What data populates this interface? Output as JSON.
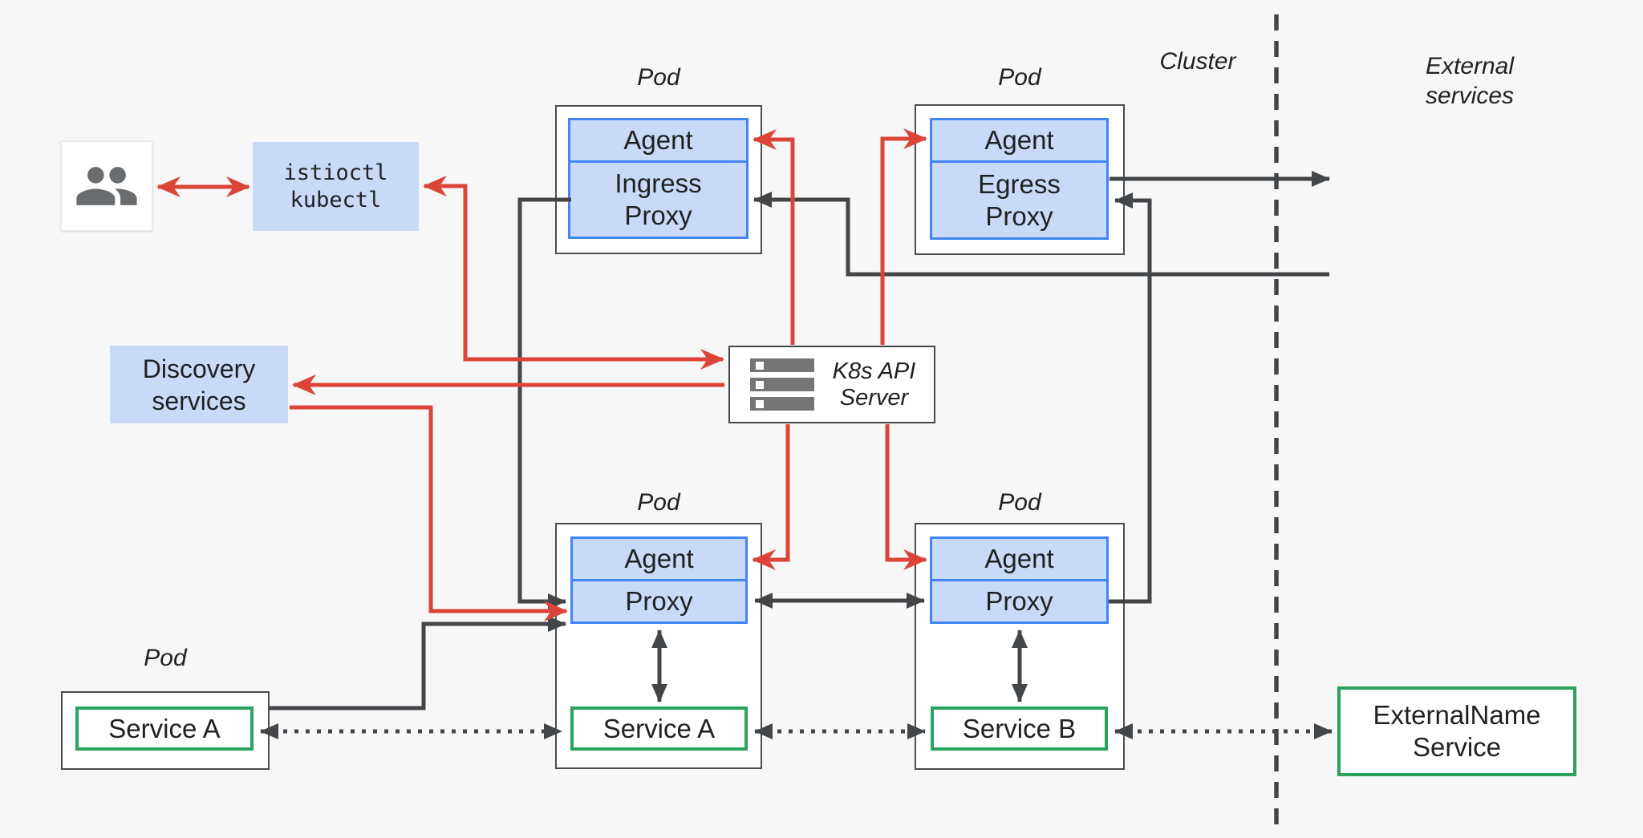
{
  "colors": {
    "background": "#f7f7f8",
    "red": "#db4437",
    "dark": "#434649",
    "blue_border": "#4285f4",
    "blue_fill": "#c9daf8",
    "green": "#29a35d",
    "white": "#ffffff",
    "icon_gray": "#6a6d70",
    "server_bar_gray": "#757575",
    "text": "#202124"
  },
  "labels": {
    "pod": "Pod",
    "cluster": "Cluster",
    "external_services": [
      "External",
      "services"
    ]
  },
  "nodes": {
    "users": {
      "icon": "users-icon"
    },
    "istioctl": {
      "lines": [
        "istioctl",
        "kubectl"
      ]
    },
    "discovery": {
      "lines": [
        "Discovery",
        "services"
      ]
    },
    "k8s_api": {
      "icon": "server-stack-icon",
      "lines": [
        "K8s API",
        "Server"
      ]
    },
    "ingress_pod": {
      "agent": "Agent",
      "proxy": [
        "Ingress",
        "Proxy"
      ]
    },
    "egress_pod": {
      "agent": "Agent",
      "proxy": [
        "Egress",
        "Proxy"
      ]
    },
    "service_a_pod": {
      "service": "Service A"
    },
    "service_a_mesh_pod": {
      "agent": "Agent",
      "proxy": "Proxy",
      "service": "Service A"
    },
    "service_b_mesh_pod": {
      "agent": "Agent",
      "proxy": "Proxy",
      "service": "Service B"
    },
    "external_name": {
      "lines": [
        "ExternalName",
        "Service"
      ]
    }
  }
}
